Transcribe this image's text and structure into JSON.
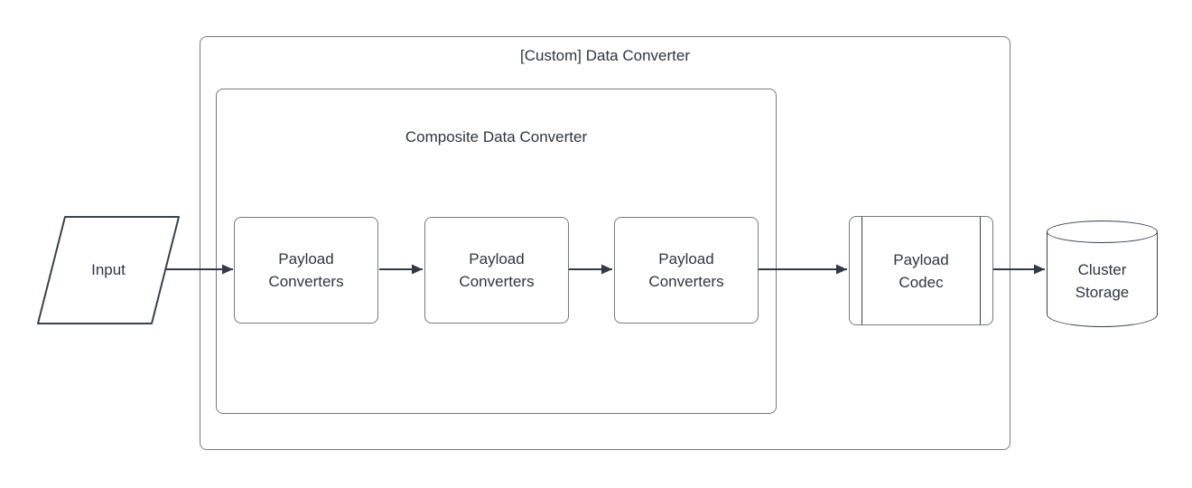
{
  "diagram": {
    "input": {
      "label": "Input"
    },
    "outer_container": {
      "label": "[Custom] Data Converter"
    },
    "inner_container": {
      "label": "Composite Data Converter"
    },
    "payload_converters": [
      {
        "label": "Payload Converters"
      },
      {
        "label": "Payload Converters"
      },
      {
        "label": "Payload Converters"
      }
    ],
    "payload_codec": {
      "label": "Payload Codec"
    },
    "cluster_storage": {
      "label": "Cluster Storage"
    },
    "flow": [
      "Input",
      "Payload Converters",
      "Payload Converters",
      "Payload Converters",
      "Payload Codec",
      "Cluster Storage"
    ],
    "colors": {
      "background": "#ffffff",
      "container_border": "#75797f",
      "shape_stroke": "#3a414d",
      "arrow": "#333a46",
      "text": "#2f3541"
    }
  }
}
